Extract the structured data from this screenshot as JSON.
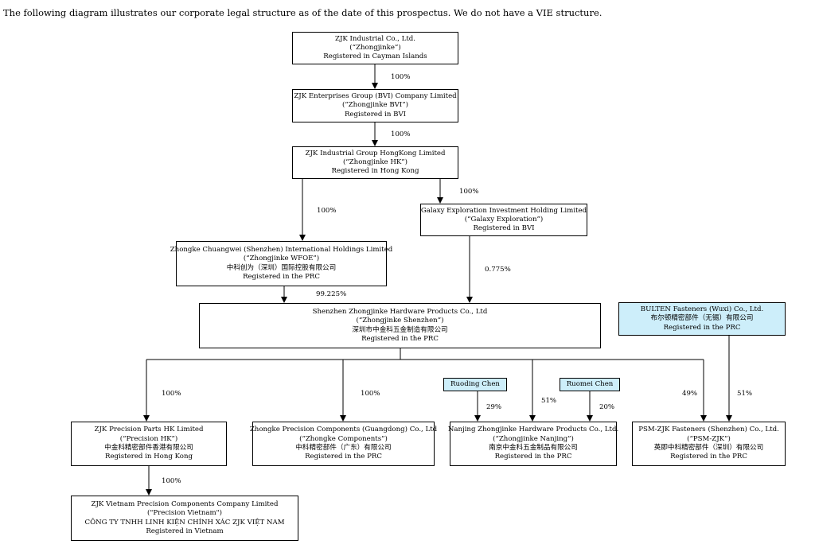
{
  "intro": "The following diagram illustrates our corporate legal structure as of the date of this prospectus. We do not have a VIE structure.",
  "entities": {
    "zjk_industrial": {
      "name": "ZJK Industrial Co., Ltd.",
      "short": "(“Zhongjinke”)",
      "reg": "Registered in Cayman Islands"
    },
    "zjk_bvi": {
      "name": "ZJK Enterprises Group (BVI) Company Limited",
      "short": "(“Zhongjinke BVI”)",
      "reg": "Registered in BVI"
    },
    "zjk_hk": {
      "name": "ZJK Industrial Group HongKong Limited",
      "short": "(“Zhongjinke HK”)",
      "reg": "Registered in Hong Kong"
    },
    "galaxy": {
      "name": "Galaxy Exploration Investment Holding Limited",
      "short": "(“Galaxy Exploration”)",
      "reg": "Registered in BVI"
    },
    "wfoe": {
      "name": "Zhongke Chuangwei (Shenzhen) International Holdings Limited",
      "short": "(“Zhongjinke WFOE”)",
      "cn": "中科创为（深圳）国际控股有限公司",
      "reg": "Registered in the PRC"
    },
    "shenzhen": {
      "name": "Shenzhen Zhongjinke Hardware Products Co., Ltd",
      "short": "(“Zhongjinke Shenzhen”)",
      "cn": "深圳市中金科五金制造有限公司",
      "reg": "Registered in the PRC"
    },
    "bulten": {
      "name": "BULTEN Fasteners (Wuxi) Co., Ltd.",
      "cn": "布尔顿精密部件（无锡）有限公司",
      "reg": "Registered in the PRC"
    },
    "precision_hk": {
      "name": "ZJK Precision Parts HK Limited",
      "short": "(“Precision HK”)",
      "cn": "中金科精密部件香港有限公司",
      "reg": "Registered in Hong Kong"
    },
    "components": {
      "name": "Zhongke Precision Components (Guangdong) Co., Ltd",
      "short": "(“Zhongke Components”)",
      "cn": "中科精密部件（广东）有限公司",
      "reg": "Registered in the PRC"
    },
    "nanjing": {
      "name": "Nanjing Zhongjinke Hardware Products Co., Ltd.",
      "short": "(“Zhongjinke Nanjing”)",
      "cn": "南京中金科五金制品有限公司",
      "reg": "Registered in the PRC"
    },
    "psm": {
      "name": "PSM-ZJK Fasteners (Shenzhen) Co., Ltd.",
      "short": "(“PSM-ZJK”)",
      "cn": "英即中科精密部件（深圳）有限公司",
      "reg": "Registered in the PRC"
    },
    "vietnam": {
      "name": "ZJK Vietnam Precision Components Company Limited",
      "short": "(\"Precision Vietnam\")",
      "cn": "CÔNG TY TNHH LINH KIỆN CHÍNH XÁC ZJK VIỆT NAM",
      "reg": "Registered in Vietnam"
    },
    "ruoding": {
      "name": "Ruoding Chen"
    },
    "ruomei": {
      "name": "Ruomei Chen"
    }
  },
  "percentages": {
    "cayman_bvi": "100%",
    "bvi_hk": "100%",
    "hk_wfoe": "100%",
    "hk_galaxy": "100%",
    "wfoe_shenzhen": "99.225%",
    "galaxy_shenzhen": "0.775%",
    "shenzhen_precision_hk": "100%",
    "shenzhen_components": "100%",
    "shenzhen_nanjing": "51%",
    "ruoding_nanjing": "29%",
    "ruomei_nanjing": "20%",
    "shenzhen_psm": "49%",
    "bulten_psm": "51%",
    "precision_hk_vietnam": "100%"
  }
}
